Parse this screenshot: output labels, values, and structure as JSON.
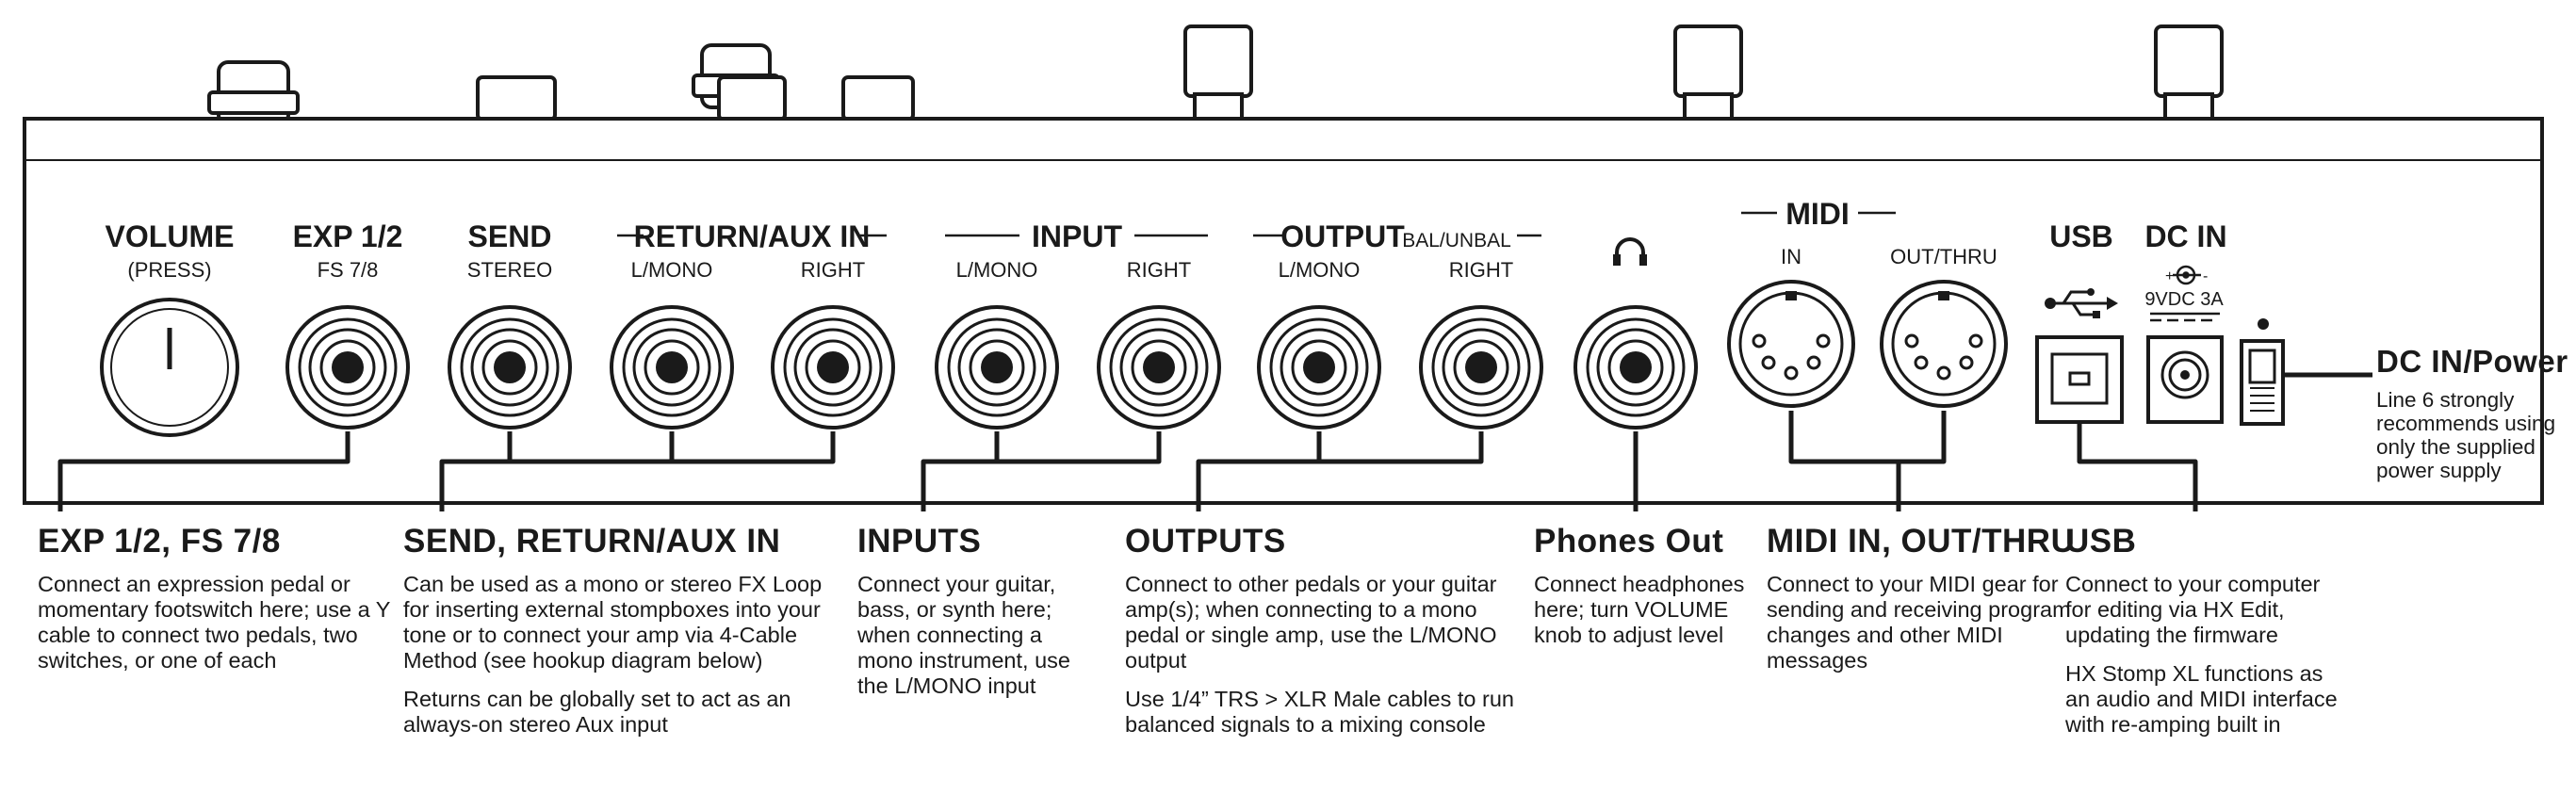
{
  "panel": {
    "volume": {
      "label": "VOLUME",
      "sub": "(PRESS)"
    },
    "exp": {
      "label": "EXP 1/2",
      "sub": "FS 7/8"
    },
    "send": {
      "label": "SEND",
      "sub": "STEREO"
    },
    "return": {
      "label": "RETURN/AUX IN",
      "left": "L/MONO",
      "right": "RIGHT"
    },
    "input": {
      "label": "INPUT",
      "left": "L/MONO",
      "right": "RIGHT"
    },
    "output": {
      "label": "OUTPUT",
      "suffix": "BAL/UNBAL",
      "left": "L/MONO",
      "right": "RIGHT"
    },
    "midi": {
      "label": "MIDI",
      "in": "IN",
      "out": "OUT/THRU"
    },
    "usb": {
      "label": "USB"
    },
    "dcin": {
      "label": "DC IN",
      "rating": "9VDC 3A"
    }
  },
  "annotations": {
    "exp": {
      "title": "EXP 1/2, FS 7/8",
      "body": [
        "Connect an expression pedal or momentary footswitch here; use a Y cable to connect two pedals, two switches, or one of each"
      ]
    },
    "send_return": {
      "title": "SEND, RETURN/AUX IN",
      "body": [
        "Can be used as a mono or stereo FX Loop for inserting external stompboxes into your tone or to connect your amp via 4-Cable Method (see hookup diagram below)",
        "Returns can be globally set to act as an always-on stereo Aux input"
      ]
    },
    "inputs": {
      "title": "INPUTS",
      "body": [
        "Connect your guitar, bass, or synth here; when connecting a mono instrument, use the L/MONO input"
      ]
    },
    "outputs": {
      "title": "OUTPUTS",
      "body": [
        "Connect to other pedals or your guitar amp(s); when connecting to a mono pedal or single amp, use the L/MONO output",
        "Use 1/4” TRS > XLR Male cables to run balanced signals to a mixing console"
      ]
    },
    "phones": {
      "title": "Phones Out",
      "body": [
        "Connect headphones here; turn VOLUME knob to adjust level"
      ]
    },
    "midi": {
      "title": "MIDI IN, OUT/THRU",
      "body": [
        "Connect to your MIDI gear for sending and receiving program changes and other MIDI messages"
      ]
    },
    "usb": {
      "title": "USB",
      "body": [
        "Connect to your computer for editing via HX Edit, updating the firmware",
        "HX Stomp XL functions as an audio and MIDI interface with re-amping built in"
      ]
    },
    "dc_power": {
      "title": "DC IN/Power",
      "body": [
        "Line 6 strongly recommends using only the supplied power supply"
      ]
    }
  }
}
